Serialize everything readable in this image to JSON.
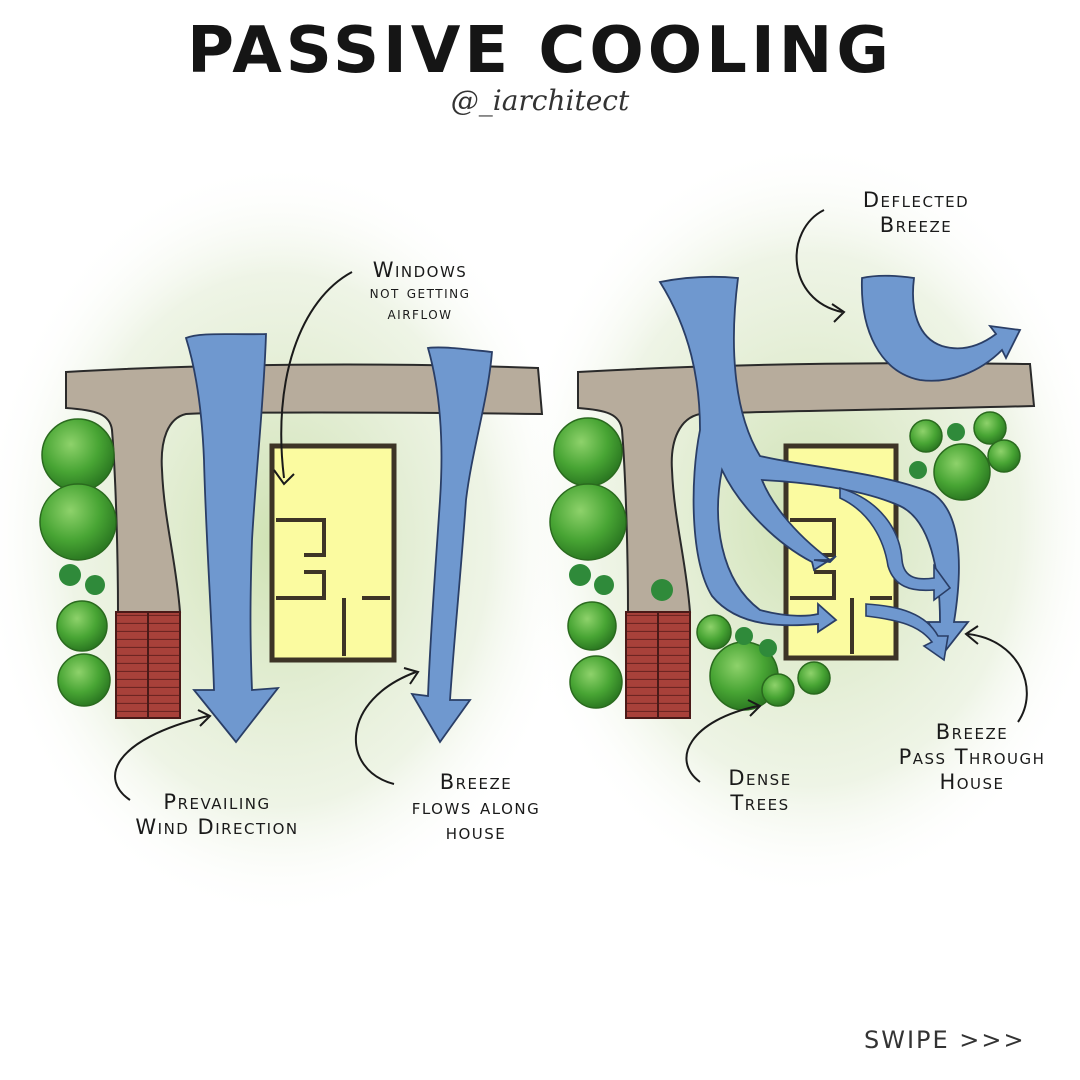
{
  "header": {
    "title": "PASSIVE COOLING",
    "handle": "@_iarchitect"
  },
  "labels": {
    "windows_1": "Windows",
    "windows_2": "not getting",
    "windows_3": "airflow",
    "prevailing_1": "Prevailing",
    "prevailing_2": "Wind Direction",
    "along_1": "Breeze",
    "along_2": "flows along",
    "along_3": "house",
    "deflected_1": "Deflected",
    "deflected_2": "Breeze",
    "dense_1": "Dense",
    "dense_2": "Trees",
    "pass_1": "Breeze",
    "pass_2": "Pass Through",
    "pass_3": "House"
  },
  "footer": {
    "swipe": "SWIPE >>>"
  },
  "colors": {
    "wind": "#6f98cf",
    "house": "#fbfba0",
    "road": "#b7ac9c",
    "tree": "#48a534",
    "brick": "#a8413a"
  }
}
